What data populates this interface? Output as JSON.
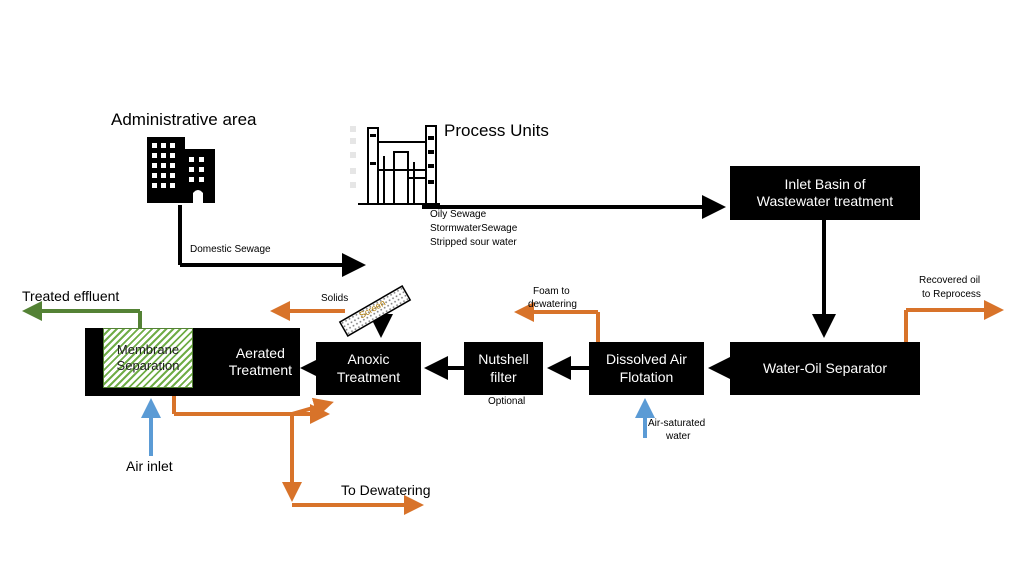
{
  "colors": {
    "box": "#000000",
    "solids_line": "#d8732a",
    "air_line": "#5b9bd5",
    "effluent_line": "#548235",
    "membrane_hatch": "#70ad47"
  },
  "sources": {
    "admin_title": "Administrative area",
    "admin_icon": "building-icon",
    "process_title": "Process Units",
    "process_icon": "refinery-icon"
  },
  "flows": {
    "domestic": "Domestic Sewage",
    "oily": "Oily Sewage",
    "storm": "StormwaterSewage",
    "sour": "Stripped sour water",
    "solids": "Solids",
    "foam_1": "Foam to",
    "foam_2": "dewatering",
    "recovered_1": "Recovered oil",
    "recovered_2": "to Reprocess",
    "air_sat_1": "Air-saturated",
    "air_sat_2": "water",
    "air_inlet": "Air inlet",
    "treated": "Treated effluent",
    "to_dewatering": "To Dewatering",
    "optional": "Optional"
  },
  "units": {
    "inlet_1": "Inlet Basin of",
    "inlet_2": "Wastewater treatment",
    "separator": "Water-Oil Separator",
    "daf_1": "Dissolved Air",
    "daf_2": "Flotation",
    "nutshell_1": "Nutshell",
    "nutshell_2": "filter",
    "anoxic_1": "Anoxic",
    "anoxic_2": "Treatment",
    "aerated_1": "Aerated",
    "aerated_2": "Treatment",
    "membrane_1": "Membrane",
    "membrane_2": "Separation",
    "screen": "Screen"
  }
}
